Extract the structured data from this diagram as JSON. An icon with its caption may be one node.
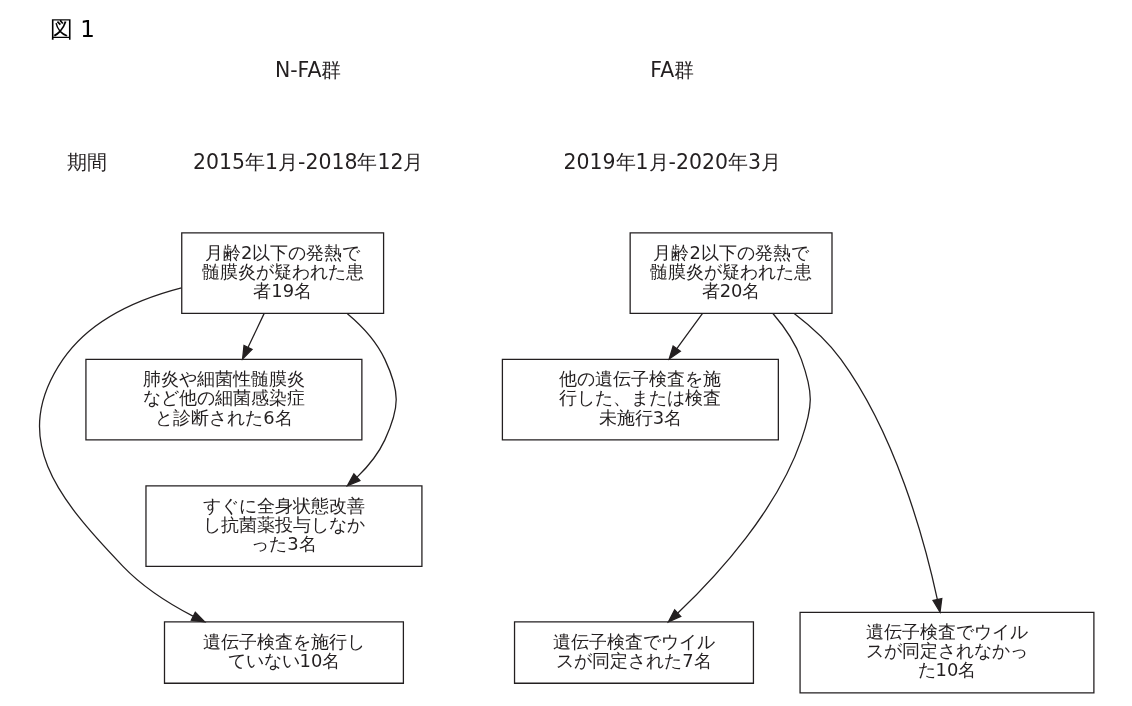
{
  "diagram": {
    "title": "図 1",
    "nodes": [
      {
        "text": [
          "月齢2以下の発熱で髄膜炎が疑われた患者19名"
        ]
      },
      {
        "text": [
          "月齢2以下の発熱で髄膜炎が疑われた患者20名"
        ]
      },
      {
        "text": [
          "肺炎や細菌性髄膜炎など他の細菌感染症と診断された6名"
        ]
      },
      {
        "text": [
          "他の遺伝子検査を施行した、または検査未施行3名"
        ]
      },
      {
        "text": [
          "すぐに全身状態改善し抗菌薬投与しなかった3名"
        ]
      },
      {
        "text": [
          "遺伝子検査を施行していない10名"
        ]
      },
      {
        "text": [
          "遺伝子検査でウイルスが同定された7名"
        ]
      },
      {
        "text": [
          "遺伝子検査でウイルスが同定されなかった10名"
        ]
      }
    ],
    "edges": [
      {
        "from": 0,
        "to": 2,
        "arrow": "to"
      },
      {
        "from": 1,
        "to": 3,
        "arrow": "to"
      },
      {
        "from": 0,
        "to": 4,
        "arrow": "to"
      },
      {
        "from": 0,
        "to": 5,
        "arrow": "to"
      },
      {
        "from": 1,
        "to": 6,
        "arrow": "to"
      },
      {
        "from": 1,
        "to": 7,
        "arrow": "to"
      }
    ],
    "labels": [
      "N-FA群",
      "FA群",
      "期間",
      "2015年1月-2018年12月",
      "2019年1月-2020年3月"
    ]
  }
}
